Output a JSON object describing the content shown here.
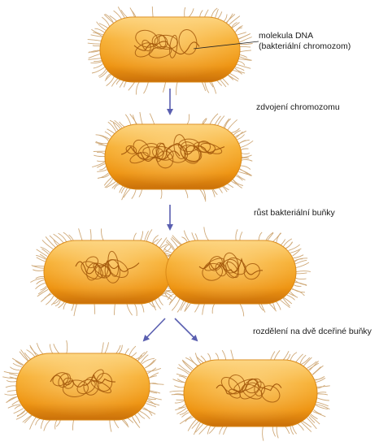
{
  "labels": {
    "dna_line1": "molekula DNA",
    "dna_line2": "(bakteriální chromozom)",
    "duplication": "zdvojení chromozomu",
    "growth": "růst bakteriální buňky",
    "division": "rozdělení na dvě dceřiné buňky"
  },
  "colors": {
    "cell_body": "#f4a21c",
    "cell_highlight": "#fcd27a",
    "cell_shadow": "#c9700a",
    "pili": "#cfa978",
    "chromosome": "#a5590c",
    "arrow": "#5a5fb0",
    "text": "#1a1a1a"
  }
}
